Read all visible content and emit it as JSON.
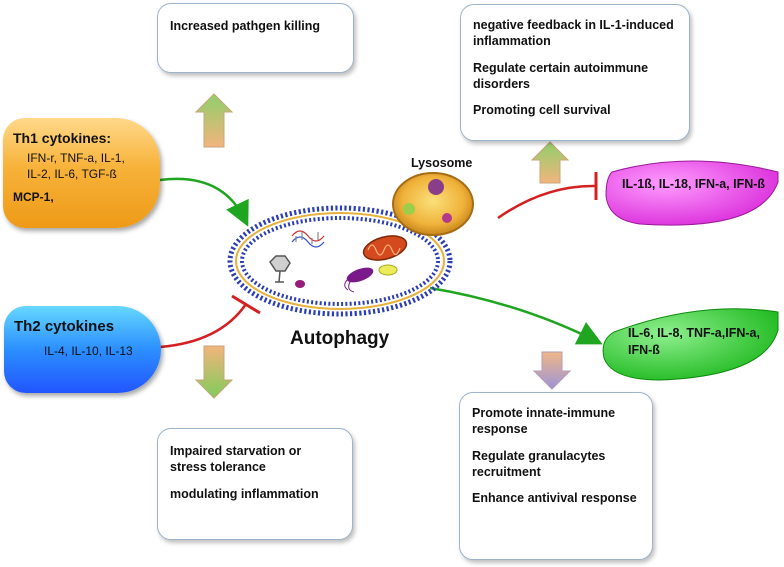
{
  "center": {
    "label": "Autophagy"
  },
  "lysosome": {
    "label": "Lysosome"
  },
  "th1": {
    "title": "Th1 cytokines:",
    "line1": "IFN-r, TNF-a, IL-1,",
    "line2": "IL-2, IL-6, TGF-ß",
    "line3": "MCP-1,"
  },
  "th2": {
    "title": "Th2 cytokines",
    "line1": "IL-4, IL-10, IL-13"
  },
  "boxes": {
    "top_left": [
      "Increased pathgen killing"
    ],
    "top_right": [
      "negative feedback in IL-1-induced inflammation",
      "Regulate certain autoimmune disorders",
      "Promoting cell survival"
    ],
    "bottom_left": [
      "Impaired starvation or stress tolerance",
      "modulating inflammation"
    ],
    "bottom_right": [
      "Promote innate-immune response",
      "Regulate granulacytes recruitment",
      "Enhance antivival response"
    ]
  },
  "outputs": {
    "magenta": "IL-1ß, IL-18, IFN-a, IFN-ß",
    "green": "IL-6, IL-8, TNF-a,IFN-a, IFN-ß"
  },
  "colors": {
    "th1_fill": "#f7b23a",
    "th2_fill": "#2c8fff",
    "magenta": "#e040e0",
    "green": "#22c422",
    "arrow_green": "#1fa51f",
    "inhibit_red": "#d42020",
    "box_border": "#9db4cc"
  }
}
